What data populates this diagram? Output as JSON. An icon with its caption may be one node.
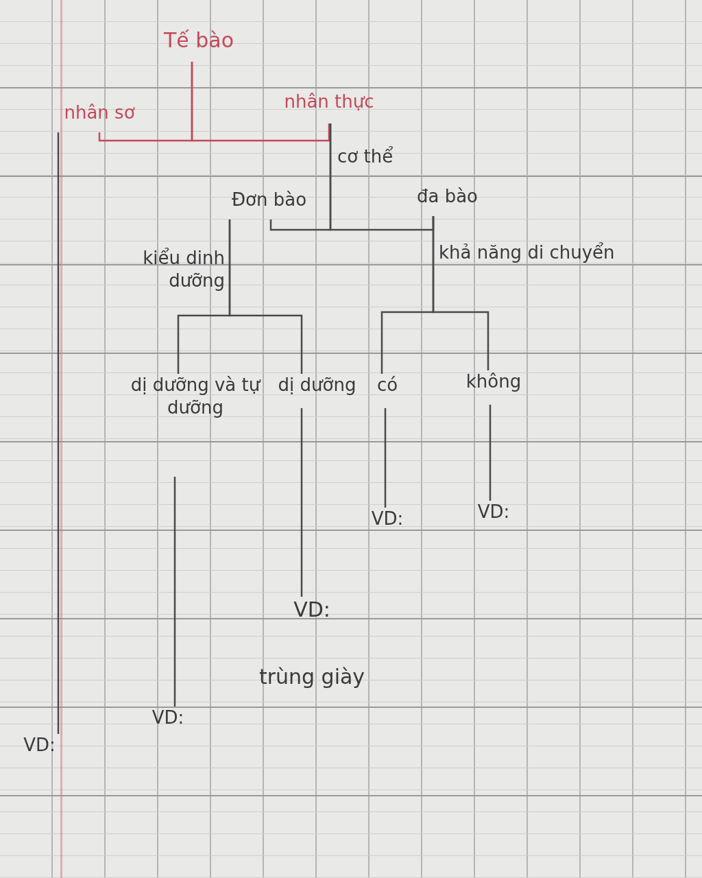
{
  "diagram": {
    "nodes": [
      {
        "text": [
          "Tế bào"
        ]
      },
      {
        "text": [
          "nhân sơ"
        ]
      },
      {
        "text": [
          "nhân thực"
        ]
      },
      {
        "text": [
          "Đơn bào"
        ]
      },
      {
        "text": [
          "đa bào"
        ]
      },
      {
        "text": [
          "dị dưỡng và tự dưỡng"
        ]
      },
      {
        "text": [
          "dị dưỡng"
        ]
      },
      {
        "text": [
          "có"
        ]
      },
      {
        "text": [
          "không"
        ]
      },
      {
        "text": [
          "VD:"
        ]
      },
      {
        "text": [
          "VD:"
        ]
      },
      {
        "text": [
          "VD:",
          "trùng giày"
        ]
      },
      {
        "text": [
          "VD:"
        ]
      },
      {
        "text": [
          "VD:"
        ]
      }
    ],
    "edges": [
      {
        "from": 0,
        "to": 1,
        "arrow": "none",
        "color": "#c24a5a"
      },
      {
        "from": 0,
        "to": 2,
        "arrow": "none",
        "color": "#c24a5a"
      },
      {
        "from": 1,
        "to": 9,
        "arrow": "none"
      },
      {
        "from": 2,
        "to": 3,
        "arrow": "none",
        "label": "cơ thể"
      },
      {
        "from": 2,
        "to": 4,
        "arrow": "none"
      },
      {
        "from": 3,
        "to": 5,
        "arrow": "none",
        "label": "kiểu dinh dưỡng"
      },
      {
        "from": 3,
        "to": 6,
        "arrow": "none"
      },
      {
        "from": 4,
        "to": 7,
        "arrow": "none",
        "label": "khả năng di chuyển"
      },
      {
        "from": 4,
        "to": 8,
        "arrow": "none"
      },
      {
        "from": 5,
        "to": 10,
        "arrow": "none"
      },
      {
        "from": 6,
        "to": 11,
        "arrow": "none"
      },
      {
        "from": 7,
        "to": 12,
        "arrow": "none"
      },
      {
        "from": 8,
        "to": 13,
        "arrow": "none"
      }
    ]
  }
}
